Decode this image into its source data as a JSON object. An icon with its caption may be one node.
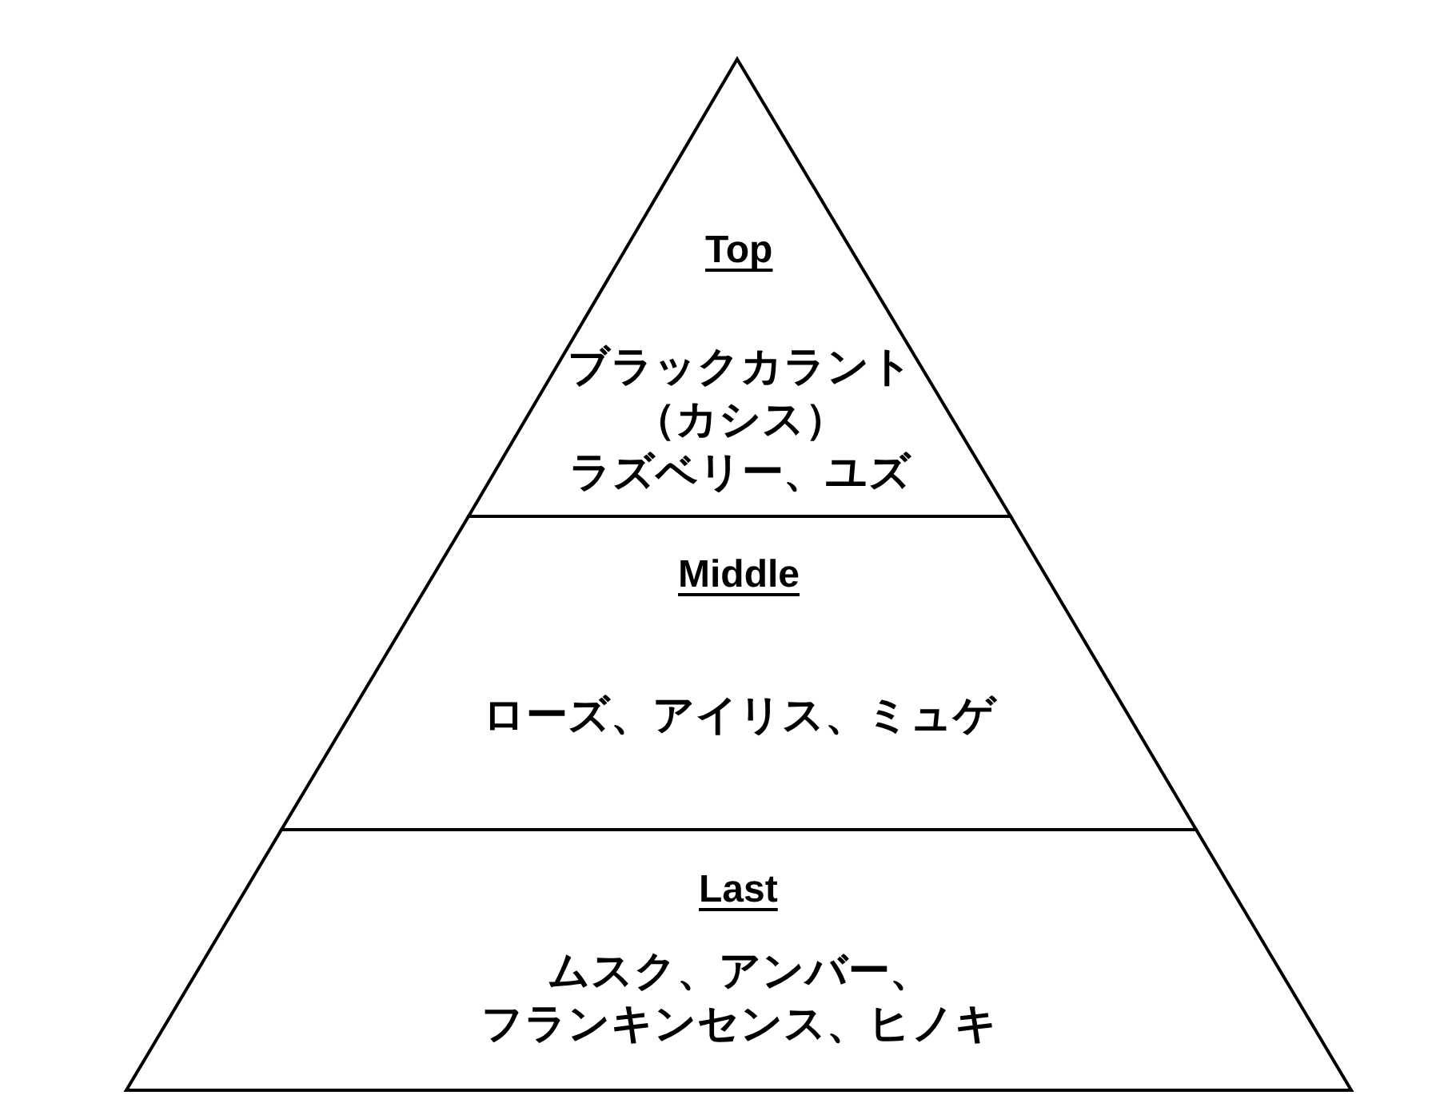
{
  "diagram": {
    "nodes": [
      {
        "text": [
          "Top",
          "ブラックカラント（カシス）ラズベリー、ユズ"
        ]
      },
      {
        "text": [
          "Middle",
          "ローズ、アイリス、ミュゲ"
        ]
      },
      {
        "text": [
          "Last",
          "ムスク、アンバー、フランキンセンス、ヒノキ"
        ]
      }
    ],
    "edges": []
  }
}
